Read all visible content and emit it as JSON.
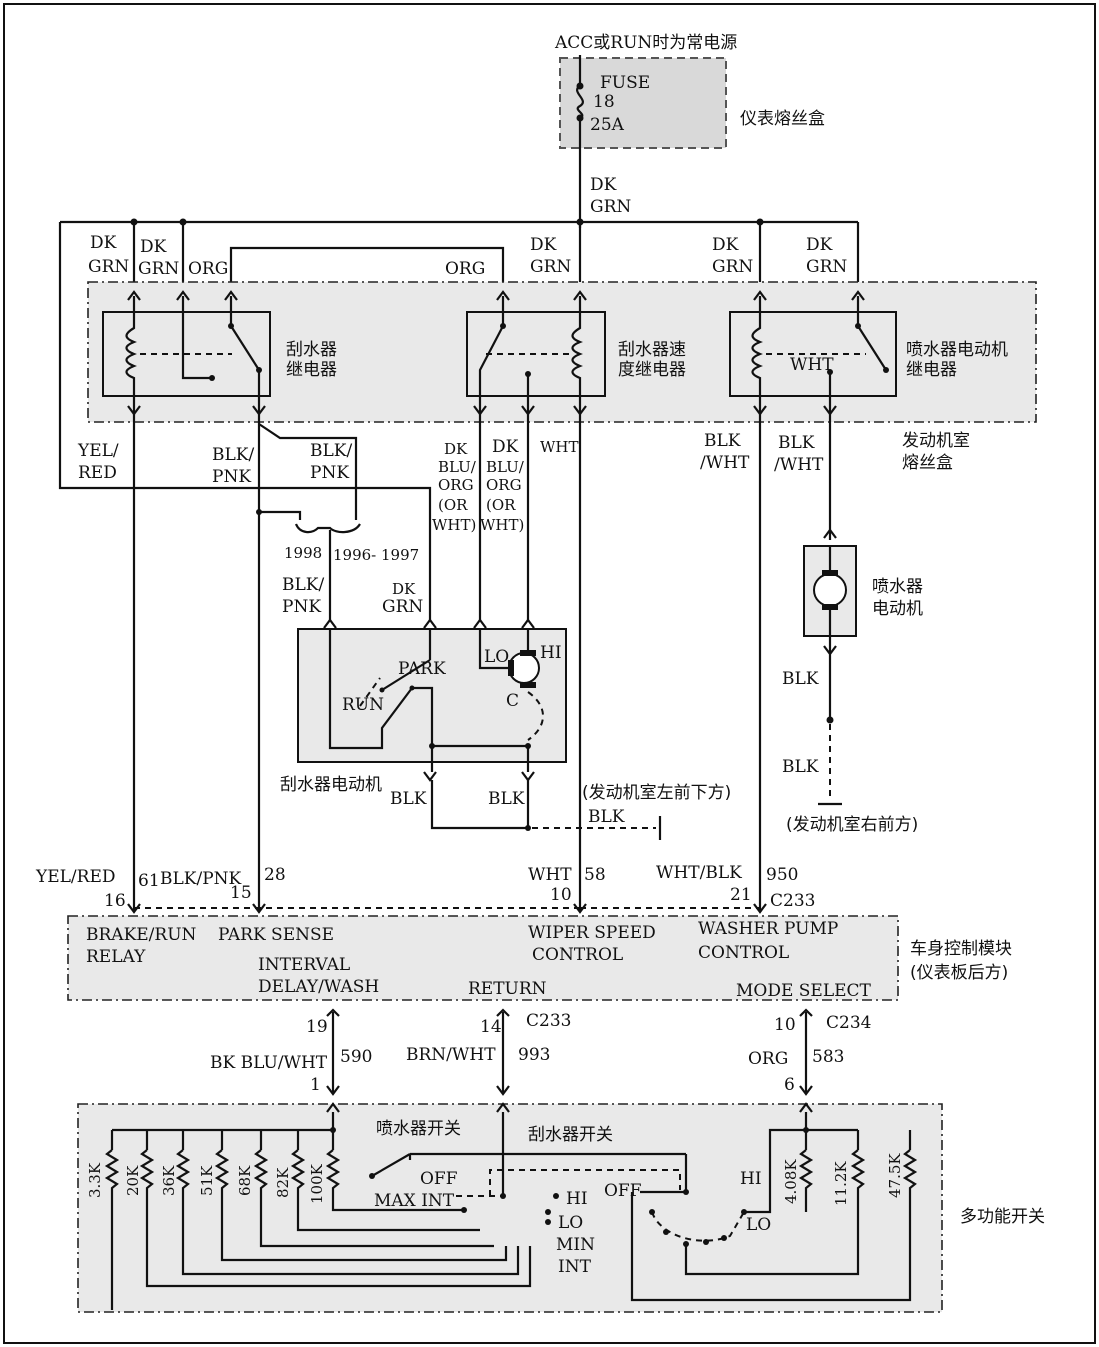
{
  "power": {
    "source": "ACC或RUN时为常电源",
    "fuse_label": "FUSE",
    "fuse_num": "18",
    "fuse_amp": "25A",
    "fuse_box": "仪表熔丝盒"
  },
  "engine_fusebox": {
    "line1": "发动机室",
    "line2": "熔丝盒"
  },
  "wires": {
    "dk": "DK",
    "grn": "GRN",
    "org": "ORG",
    "wht": "WHT",
    "blk": "BLK",
    "yel": "YEL/",
    "red": "RED",
    "blk_s": "BLK/",
    "pnk": "PNK",
    "slash_wht": "/WHT",
    "blu": "BLU/",
    "org_s": "ORG",
    "or": "(OR",
    "wht_p": "WHT)",
    "blu2": "BLU/",
    "y1998": "1998",
    "y1996": "1996- 1997"
  },
  "relays": {
    "wiper_relay": [
      "刮水器",
      "继电器"
    ],
    "speed_relay": [
      "刮水器速",
      "度继电器"
    ],
    "washer_relay": [
      "喷水器电动机",
      "继电器"
    ]
  },
  "washer_motor": [
    "喷水器",
    "电动机"
  ],
  "wiper_motor": {
    "label": "刮水器电动机",
    "park": "PARK",
    "run": "RUN",
    "lo": "LO",
    "hi": "HI",
    "c": "C"
  },
  "grounds": {
    "left_front": "(发动机室左前下方)",
    "right_front": "(发动机室右前方)"
  },
  "bcm_pins": {
    "p16": "16",
    "c61": "61",
    "w61": "BLK/PNK",
    "yelred": "YEL/RED",
    "p15": "15",
    "c28": "28",
    "p10": "10",
    "c58": "58",
    "wht": "WHT",
    "p21": "21",
    "c950": "950",
    "whtblk": "WHT/BLK",
    "c233": "C233"
  },
  "bcm": {
    "brake_run": "BRAKE/RUN",
    "relay": "RELAY",
    "park_sense": "PARK SENSE",
    "interval": "INTERVAL",
    "delay_wash": "DELAY/WASH",
    "wiper_speed": "WIPER SPEED",
    "control": "CONTROL",
    "washer_pump": "WASHER PUMP",
    "control2": "CONTROL",
    "return": "RETURN",
    "mode_select": "MODE SELECT",
    "name1": "车身控制模块",
    "name2": "(仪表板后方)"
  },
  "bcm_bottom": {
    "p19": "19",
    "p14": "14",
    "c233": "C233",
    "p10": "10",
    "c234": "C234",
    "w590": "BK BLU/WHT",
    "c590": "590",
    "w993": "BRN/WHT",
    "c993": "993",
    "worg": "ORG",
    "c583": "583",
    "p1": "1",
    "p6": "6"
  },
  "switch": {
    "washer_sw": "喷水器开关",
    "wiper_sw": "刮水器开关",
    "resistors": [
      "3.3K",
      "20K",
      "36K",
      "51K",
      "68K",
      "82K",
      "100K"
    ],
    "resistors_r": [
      "4.08K",
      "11.2K",
      "47.5K"
    ],
    "off": "OFF",
    "max_int": "MAX INT",
    "hi": "HI",
    "lo": "LO",
    "min": "MIN",
    "int": "INT",
    "off2": "OFF",
    "hi2": "HI",
    "lo2": "LO",
    "name": "多功能开关"
  }
}
